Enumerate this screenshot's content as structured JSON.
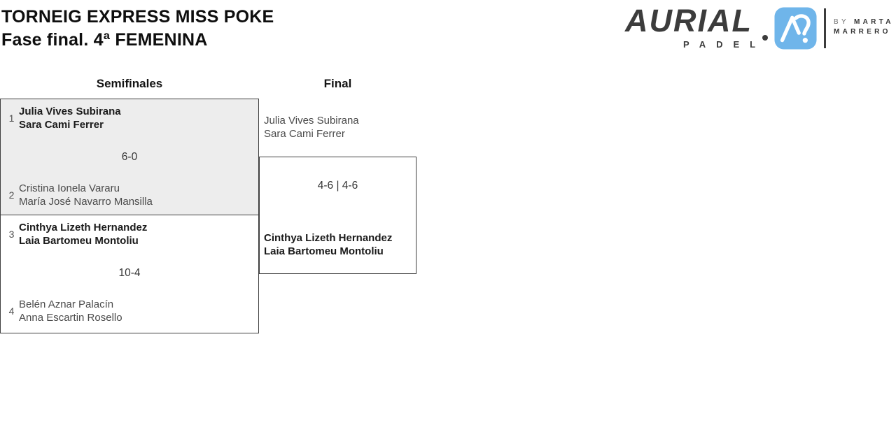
{
  "header": {
    "title_line1": "TORNEIG EXPRESS MISS POKE",
    "title_line2": "Fase final. 4ª FEMENINA"
  },
  "logo": {
    "brand": "AURIAL",
    "brand_sub": "PADEL",
    "by_prefix": "BY",
    "by_name_line1": "MARTA",
    "by_name_line2": "MARRERO",
    "icon": "aurial-a-mark-icon"
  },
  "bracket": {
    "round_headers": {
      "semifinals": "Semifinales",
      "final": "Final"
    },
    "semifinals": [
      {
        "seed_top": "1",
        "team_top_line1": "Julia Vives Subirana",
        "team_top_line2": "Sara Cami Ferrer",
        "score": "6-0",
        "seed_bottom": "2",
        "team_bottom_line1": "Cristina Ionela Vararu",
        "team_bottom_line2": "María José Navarro Mansilla"
      },
      {
        "seed_top": "3",
        "team_top_line1": "Cinthya Lizeth Hernandez",
        "team_top_line2": "Laia Bartomeu Montoliu",
        "score": "10-4",
        "seed_bottom": "4",
        "team_bottom_line1": "Belén Aznar Palacín",
        "team_bottom_line2": "Anna Escartin Rosello"
      }
    ],
    "final": {
      "team_top_line1": "Julia Vives Subirana",
      "team_top_line2": "Sara Cami Ferrer",
      "score": "4-6 | 4-6",
      "team_bottom_line1": "Cinthya Lizeth Hernandez",
      "team_bottom_line2": "Laia Bartomeu Montoliu"
    }
  },
  "colors": {
    "match_highlight_bg": "#ededed",
    "bracket_border": "#3f3f3f",
    "logo_blue": "#6fb5ea",
    "logo_dark": "#3c3c3c",
    "winner_text": "#1a1a1a",
    "loser_text": "#4a4a4a"
  }
}
